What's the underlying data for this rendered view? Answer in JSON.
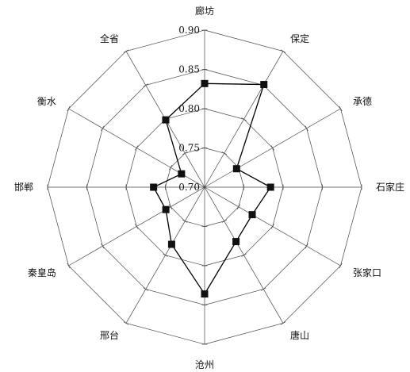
{
  "chart_data": {
    "type": "radar",
    "axes": [
      "廊坊",
      "保定",
      "承德",
      "石家庄",
      "张家口",
      "唐山",
      "沧州",
      "邢台",
      "秦皇岛",
      "邯郸",
      "衡水",
      "全省"
    ],
    "values": [
      0.832,
      0.851,
      0.747,
      0.784,
      0.77,
      0.78,
      0.836,
      0.784,
      0.757,
      0.765,
      0.734,
      0.799
    ],
    "rlim": [
      0.7,
      0.9
    ],
    "ticks": [
      0.7,
      0.75,
      0.8,
      0.85,
      0.9
    ],
    "tick_labels": [
      "0.70",
      "0.75",
      "0.80",
      "0.85",
      "0.90"
    ],
    "grid": true,
    "grid_shape": "polygon",
    "line_color": "#000000",
    "marker": "square",
    "marker_color": "#111111"
  }
}
